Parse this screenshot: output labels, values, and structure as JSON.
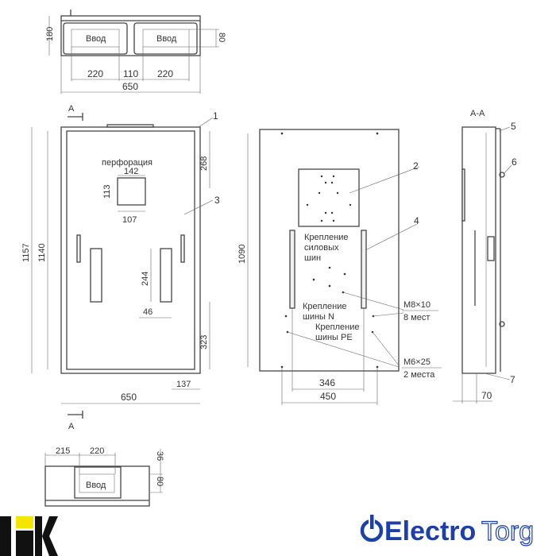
{
  "top_view": {
    "input_label_left": "Ввод",
    "input_label_right": "Ввод",
    "dim_height": "180",
    "dim_input_height": "80",
    "dim_input_width_left": "220",
    "dim_gap": "110",
    "dim_input_width_right": "220",
    "dim_total_width": "650"
  },
  "front_view": {
    "section_mark_top": "A",
    "section_mark_bottom": "A",
    "perforation_label": "перфорация",
    "dim_perf_width": "142",
    "dim_perf_height": "113",
    "dim_perf_inner": "107",
    "dim_total_height": "1157",
    "dim_inner_height": "1140",
    "dim_top_offset": "268",
    "dim_slot_length": "244",
    "dim_slot_offset": "46",
    "dim_bottom_offset": "323",
    "dim_bottom_right": "137",
    "dim_width": "650",
    "callout_1": "1",
    "callout_3": "3"
  },
  "back_view": {
    "dim_height": "1090",
    "dim_bar_spacing": "346",
    "dim_mount_width": "450",
    "callout_2": "2",
    "callout_4": "4",
    "label_power_bus": [
      "Крепление",
      "силовых",
      "шин"
    ],
    "label_n_bus": [
      "Крепление",
      "шины N"
    ],
    "label_pe_bus": [
      "Крепление",
      "шины PE"
    ],
    "bolt_m8": "M8×10",
    "bolt_m8_count": "8 мест",
    "bolt_m6": "M6×25",
    "bolt_m6_count": "2 места"
  },
  "side_view": {
    "title": "A-A",
    "callout_5": "5",
    "callout_6": "6",
    "callout_7": "7",
    "dim_depth": "70"
  },
  "bottom_view": {
    "input_label": "Ввод",
    "dim_offset": "215",
    "dim_input_width": "220",
    "dim_top": "36",
    "dim_input_height": "80"
  },
  "logos": {
    "iek": "IEK",
    "electrotorg_a": "Electro",
    "electrotorg_b": "Torg",
    "colors": {
      "iek_yellow": "#f4e600",
      "electrotorg_blue": "#1d3fa8"
    }
  }
}
